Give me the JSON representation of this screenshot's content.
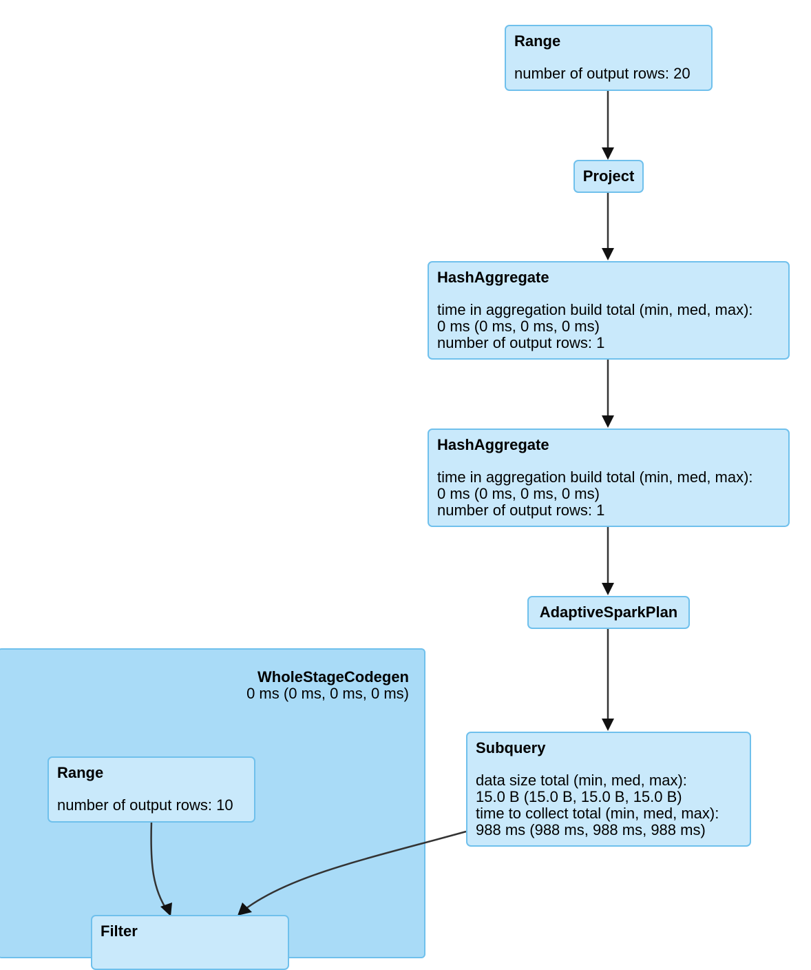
{
  "cluster": {
    "name": "WholeStageCodegen",
    "metric": "0 ms (0 ms, 0 ms, 0 ms)"
  },
  "nodes": {
    "range_top": {
      "title": "Range",
      "metrics": [
        "number of output rows: 20"
      ]
    },
    "project": {
      "title": "Project"
    },
    "hash_agg_1": {
      "title": "HashAggregate",
      "metrics": [
        "time in aggregation build total (min, med, max):",
        "0 ms (0 ms, 0 ms, 0 ms)",
        "number of output rows: 1"
      ]
    },
    "hash_agg_2": {
      "title": "HashAggregate",
      "metrics": [
        "time in aggregation build total (min, med, max):",
        "0 ms (0 ms, 0 ms, 0 ms)",
        "number of output rows: 1"
      ]
    },
    "adaptive": {
      "title": "AdaptiveSparkPlan"
    },
    "subquery": {
      "title": "Subquery",
      "metrics": [
        "data size total (min, med, max):",
        "15.0 B (15.0 B, 15.0 B, 15.0 B)",
        "time to collect total (min, med, max):",
        "988 ms (988 ms, 988 ms, 988 ms)"
      ]
    },
    "range_inner": {
      "title": "Range",
      "metrics": [
        "number of output rows: 10"
      ]
    },
    "filter": {
      "title": "Filter"
    }
  },
  "colors": {
    "node_fill": "#c9e9fb",
    "node_border": "#6fc0ec",
    "cluster_fill": "#a9dbf7",
    "edge": "#333333"
  }
}
